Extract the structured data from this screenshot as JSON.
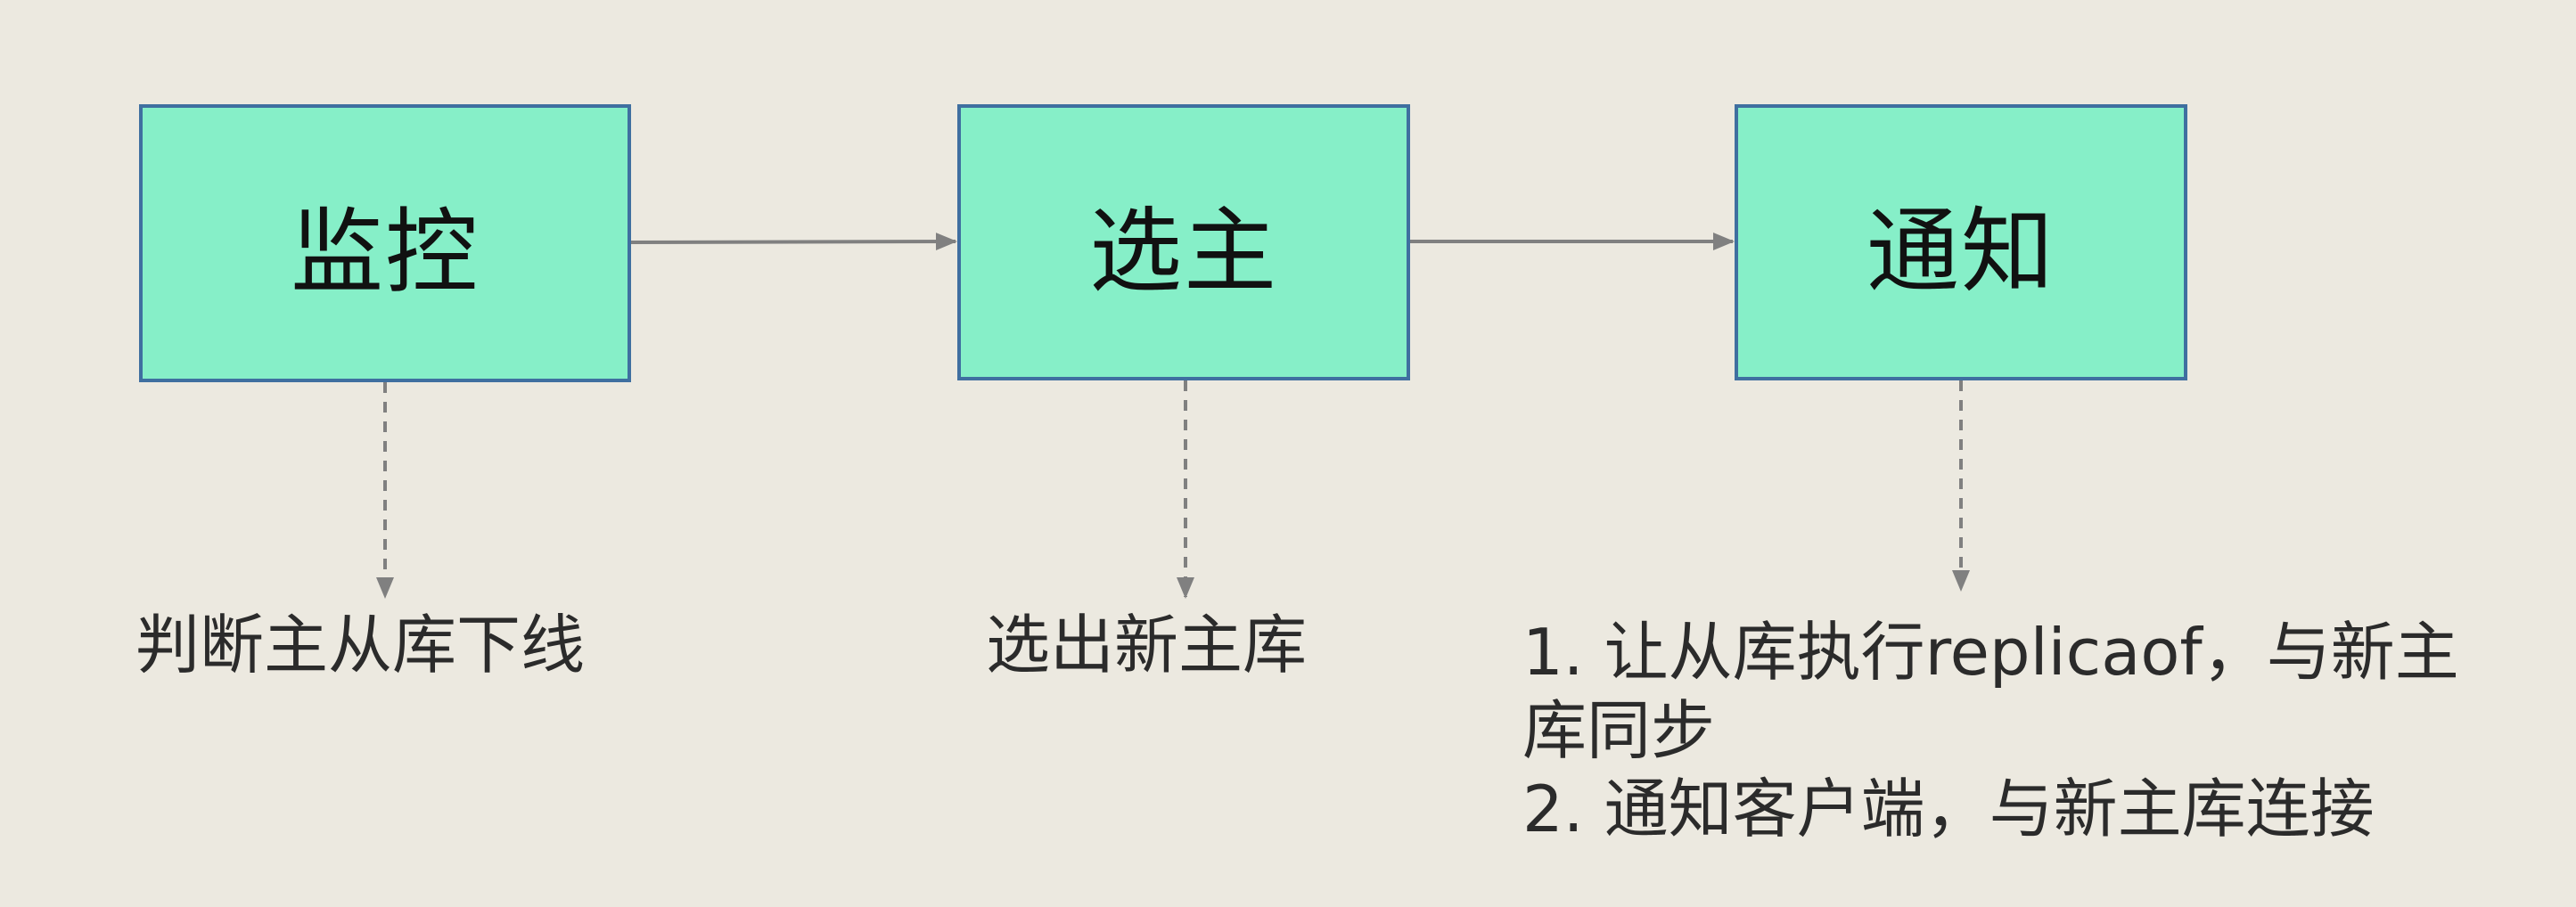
{
  "colors": {
    "background": "#ECE9E0",
    "box_fill": "#86EFC8",
    "box_border": "#3F6FA0",
    "arrow": "#808080"
  },
  "steps": [
    {
      "label": "监控",
      "result": [
        "判断主从库下线"
      ]
    },
    {
      "label": "选主",
      "result": [
        "选出新主库"
      ]
    },
    {
      "label": "通知",
      "result": [
        "1. 让从库执行replicaof，与新主",
        "库同步",
        "2. 通知客户端，与新主库连接"
      ]
    }
  ]
}
